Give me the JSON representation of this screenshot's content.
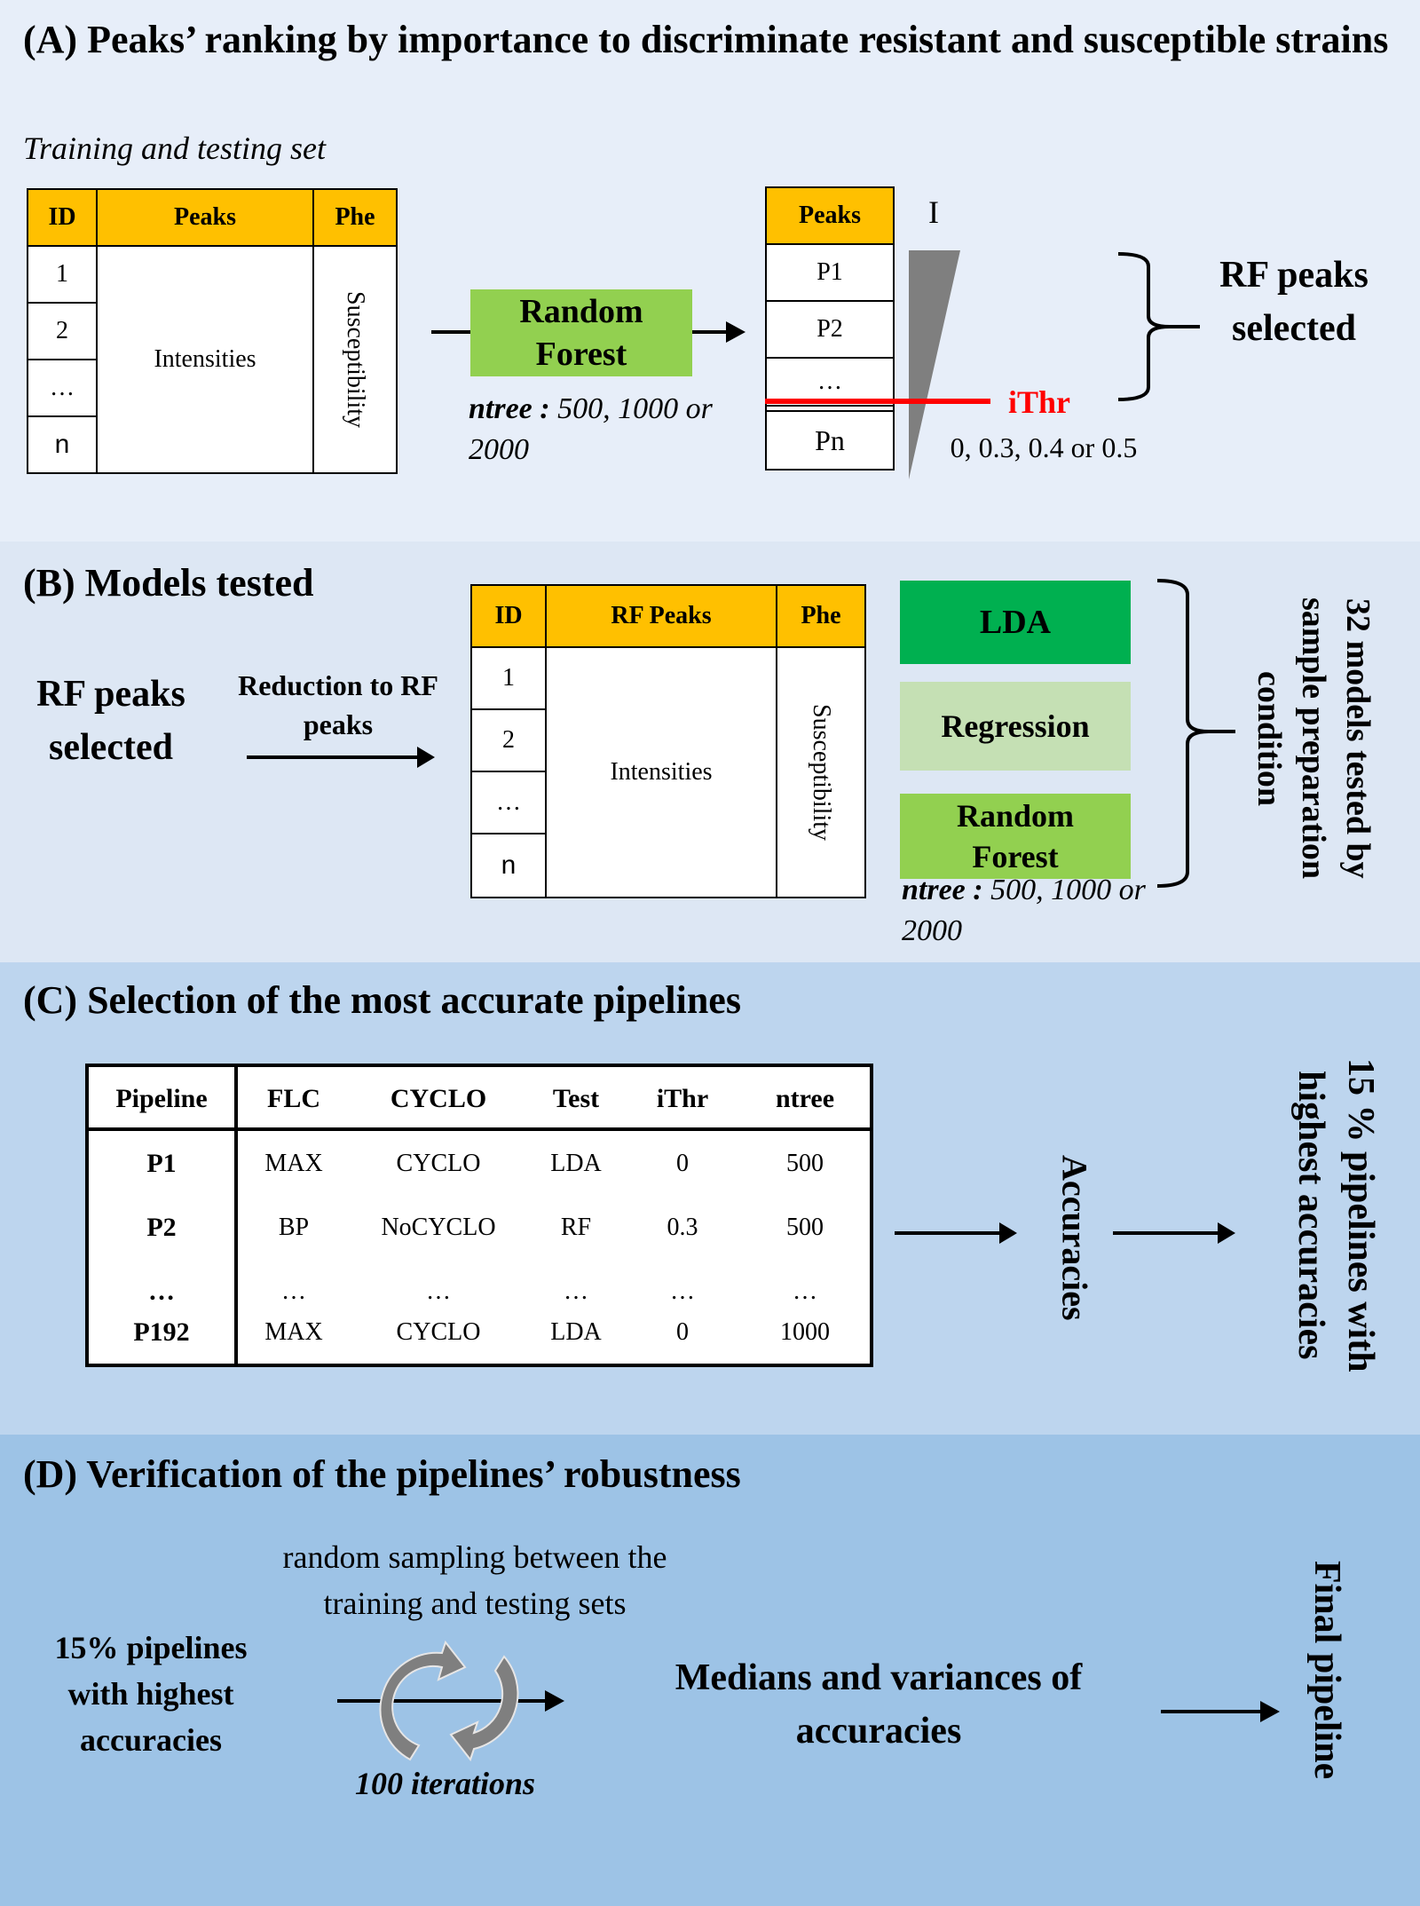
{
  "panel_a": {
    "title": "(A) Peaks’ ranking by importance to discriminate resistant and susceptible strains",
    "subtitle": "Training and testing set",
    "table": {
      "headers": [
        "ID",
        "Peaks",
        "Phe"
      ],
      "ids": [
        "1",
        "2",
        "…",
        "n"
      ],
      "body_label": "Intensities",
      "phe_label": "Susceptibility"
    },
    "model_box": "Random Forest",
    "ntree_key": "ntree :",
    "ntree_values": "500, 1000 or 2000",
    "peaks_header": "Peaks",
    "peaks_list": [
      "P1",
      "P2",
      "…",
      "Pn"
    ],
    "importance_label": "I",
    "ithr_label": "iThr",
    "ithr_values": "0, 0.3, 0.4 or 0.5",
    "result": "RF peaks selected"
  },
  "panel_b": {
    "title": "(B) Models tested",
    "input_label": "RF peaks selected",
    "arrow_label": "Reduction to RF peaks",
    "table": {
      "headers": [
        "ID",
        "RF Peaks",
        "Phe"
      ],
      "ids": [
        "1",
        "2",
        "…",
        "n"
      ],
      "body_label": "Intensities",
      "phe_label": "Susceptibility"
    },
    "models": [
      "LDA",
      "Regression",
      "Random Forest"
    ],
    "ntree_key": "ntree :",
    "ntree_values": "500, 1000 or 2000",
    "result": "32 models tested by sample preparation condition"
  },
  "panel_c": {
    "title": "(C) Selection of the most accurate pipelines",
    "table": {
      "headers": [
        "Pipeline",
        "FLC",
        "CYCLO",
        "Test",
        "iThr",
        "ntree"
      ],
      "rows": [
        [
          "P1",
          "MAX",
          "CYCLO",
          "LDA",
          "0",
          "500"
        ],
        [
          "P2",
          "BP",
          "NoCYCLO",
          "RF",
          "0.3",
          "500"
        ],
        [
          "…",
          "…",
          "…",
          "…",
          "…",
          "…"
        ],
        [
          "P192",
          "MAX",
          "CYCLO",
          "LDA",
          "0",
          "1000"
        ]
      ]
    },
    "accuracies": "Accuracies",
    "result": "15 % pipelines with highest accuracies"
  },
  "panel_d": {
    "title": "(D) Verification of the pipelines’ robustness",
    "sampling_label": "random sampling between the training and testing sets",
    "input_label": "15% pipelines with highest accuracies",
    "iterations": "100 iterations",
    "medians": "Medians and variances of accuracies",
    "result": "Final pipeline"
  },
  "colors": {
    "header_orange": "#ffc000",
    "lda_green": "#00b050",
    "regression_green": "#c5e0b4",
    "rf_green": "#92d050",
    "threshold_red": "#ff0000",
    "wedge_gray": "#7f7f7f"
  }
}
